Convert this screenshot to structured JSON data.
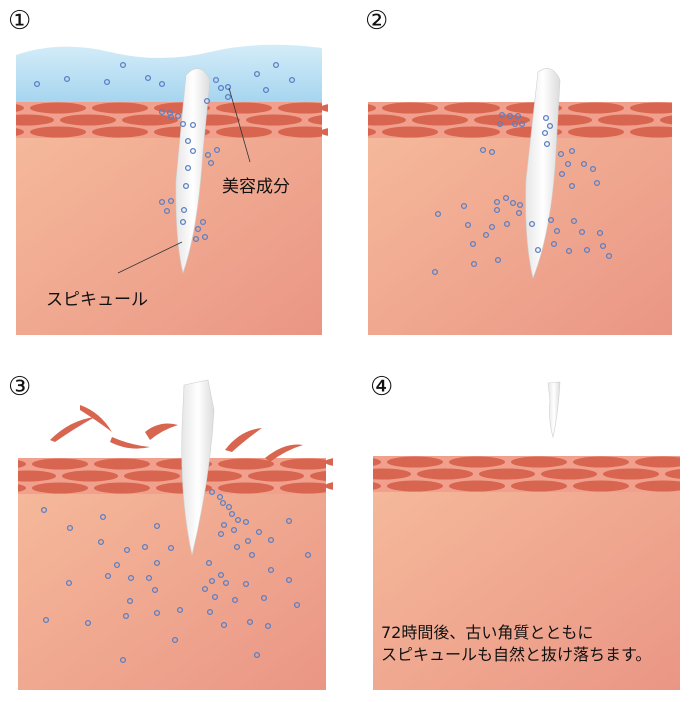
{
  "steps": [
    {
      "number": "①",
      "labels": {
        "ingredient": "美容成分",
        "spicule": "スピキュール"
      }
    },
    {
      "number": "②"
    },
    {
      "number": "③"
    },
    {
      "number": "④",
      "note": [
        "72時間後、古い角質とともに",
        "スピキュールも自然と抜け落ちます。"
      ]
    }
  ],
  "colors": {
    "water": "#a9d8f0",
    "cells": "#d8654f",
    "skin_top": "#f3b49a",
    "skin_bottom": "#eb9986",
    "dot": "#5b7fc4"
  }
}
